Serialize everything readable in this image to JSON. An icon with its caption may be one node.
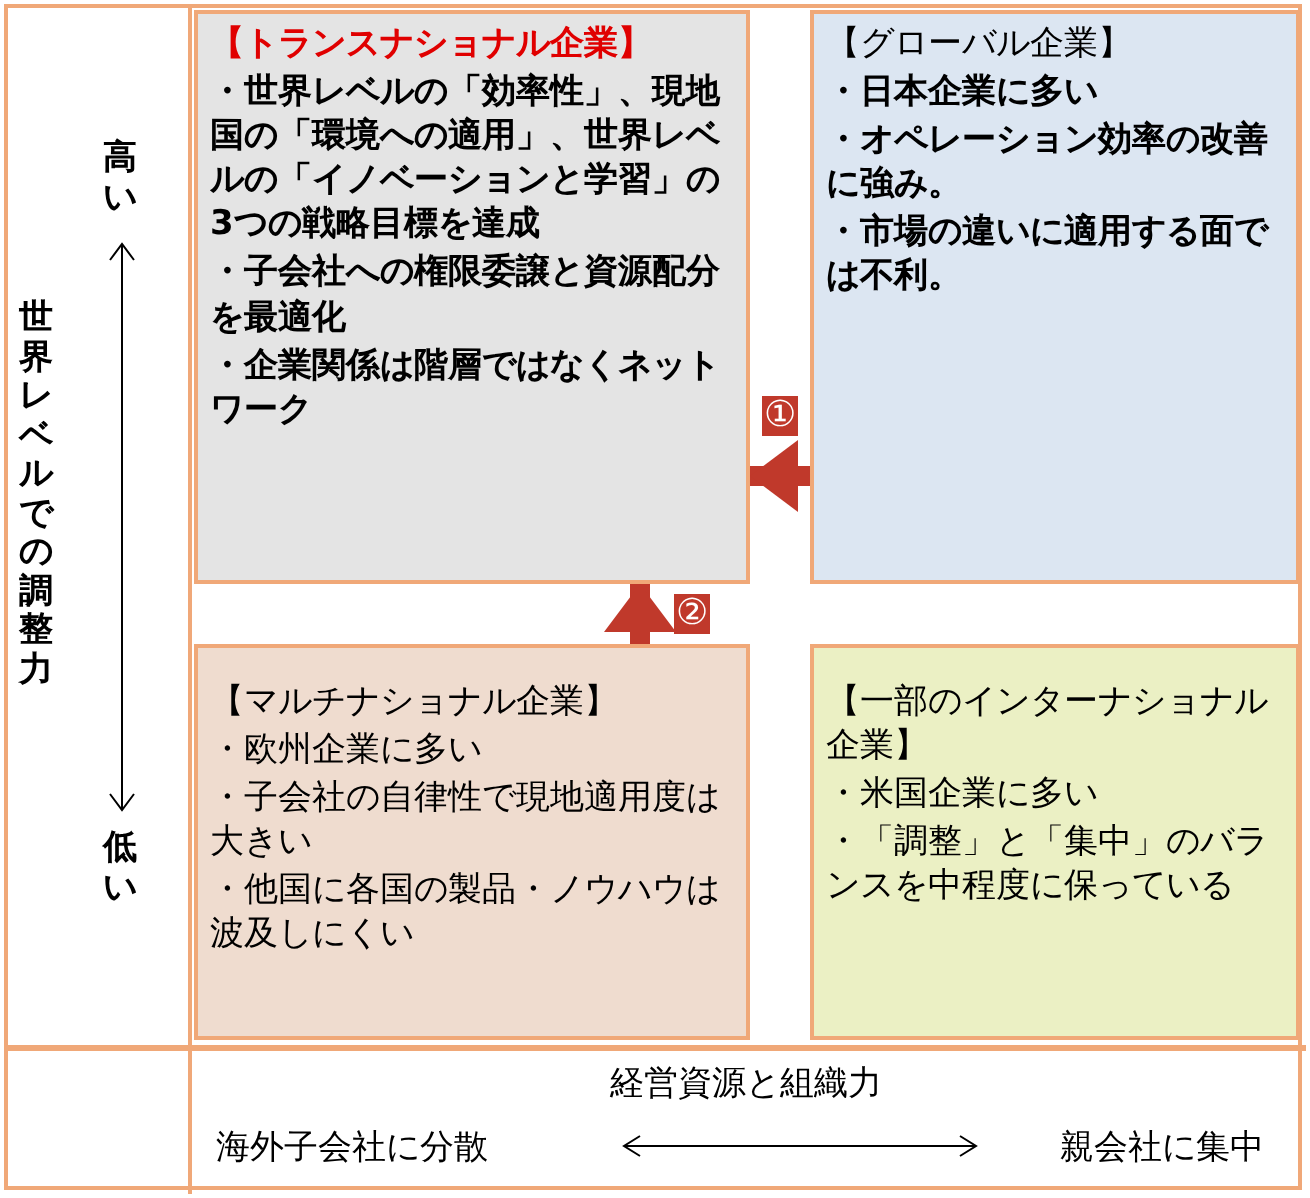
{
  "diagram": {
    "nodes": [
      {
        "text": [
          "【トランスナショナル企業】",
          "・世界レベルの「効率性」、現地国の「環境への適用」、世界レベルの「イノベーションと学習」の3つの戦略目標を達成",
          "・子会社への権限委譲と資源配分を最適化",
          "・企業関係は階層ではなくネットワーク"
        ]
      },
      {
        "text": [
          "【グローバル企業】",
          "・日本企業に多い",
          "・オペレーション効率の改善に強み。",
          "・市場の違いに適用する面では不利。"
        ]
      },
      {
        "text": [
          "【マルチナショナル企業】",
          "・欧州企業に多い",
          "・子会社の自律性で現地適用度は大きい",
          "・他国に各国の製品・ノウハウは波及しにくい"
        ]
      },
      {
        "text": [
          "【一部のインターナショナル企業】",
          "・米国企業に多い",
          "・「調整」と「集中」のバランスを中程度に保っている"
        ]
      }
    ],
    "edges": [
      {
        "from": 1,
        "to": 0,
        "arrow": "to",
        "label": "①"
      },
      {
        "from": 2,
        "to": 0,
        "arrow": "to",
        "label": "②"
      }
    ],
    "labels": [
      "世界レベルでの調整力",
      "高い",
      "低い",
      "経営資源と組織力",
      "海外子会社に分散",
      "親会社に集中"
    ]
  }
}
